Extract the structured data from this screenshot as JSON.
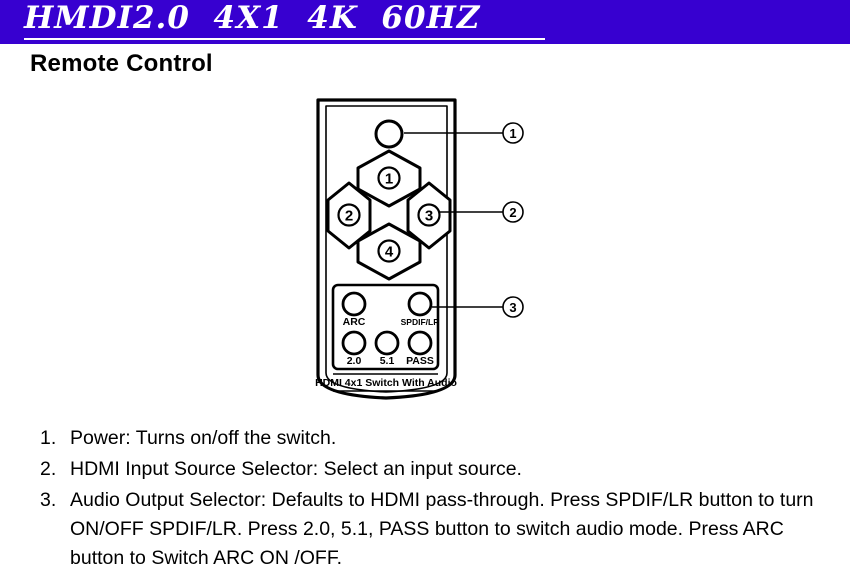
{
  "banner": {
    "title": "HMDI2.0  4X1  4K  60HZ",
    "background_color": "#3700d0",
    "text_color": "#ffffff"
  },
  "section": {
    "heading": "Remote Control"
  },
  "diagram": {
    "device_label": "HDMI 4x1 Switch With Audio",
    "power_button": {
      "name": "power",
      "label": ""
    },
    "dpad_buttons": [
      {
        "position": "top",
        "label": "1"
      },
      {
        "position": "left",
        "label": "2"
      },
      {
        "position": "right",
        "label": "3"
      },
      {
        "position": "bottom",
        "label": "4"
      }
    ],
    "audio_buttons": [
      {
        "label": "ARC",
        "row": 1,
        "col": 1
      },
      {
        "label": "SPDIF/LR",
        "row": 1,
        "col": 3
      },
      {
        "label": "2.0",
        "row": 2,
        "col": 1
      },
      {
        "label": "5.1",
        "row": 2,
        "col": 2
      },
      {
        "label": "PASS",
        "row": 2,
        "col": 3
      }
    ],
    "callouts": [
      {
        "label": "1"
      },
      {
        "label": "2"
      },
      {
        "label": "3"
      }
    ]
  },
  "instructions": [
    {
      "number": "1.",
      "text": "Power: Turns on/off the switch."
    },
    {
      "number": "2.",
      "text": "HDMI Input Source Selector: Select an input source."
    },
    {
      "number": "3.",
      "text": "Audio Output Selector: Defaults to HDMI pass-through. Press SPDIF/LR button to turn ON/OFF SPDIF/LR. Press 2.0, 5.1, PASS button to switch audio mode. Press  ARC button to Switch ARC ON /OFF."
    }
  ]
}
